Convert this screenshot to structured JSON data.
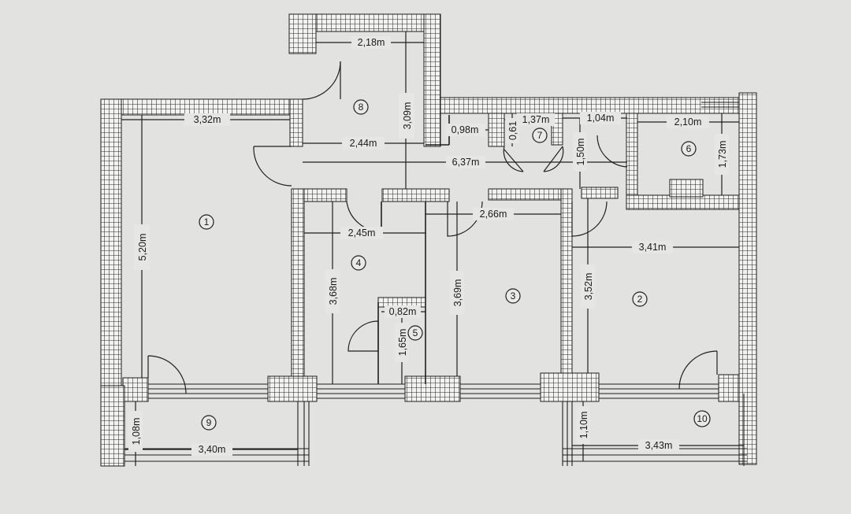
{
  "plan": {
    "rooms": [
      {
        "id": "room-1",
        "number": "1"
      },
      {
        "id": "room-2",
        "number": "2"
      },
      {
        "id": "room-3",
        "number": "3"
      },
      {
        "id": "room-4",
        "number": "4"
      },
      {
        "id": "room-5",
        "number": "5"
      },
      {
        "id": "room-6",
        "number": "6"
      },
      {
        "id": "room-7",
        "number": "7"
      },
      {
        "id": "room-8",
        "number": "8"
      },
      {
        "id": "room-9",
        "number": "9"
      },
      {
        "id": "room-10",
        "number": "10"
      }
    ],
    "dimensions": [
      {
        "id": "dim-room1-width",
        "text": "3,32m"
      },
      {
        "id": "dim-room1-length",
        "text": "5,20m"
      },
      {
        "id": "dim-room8-width",
        "text": "2,18m"
      },
      {
        "id": "dim-room8-length",
        "text": "3,09m"
      },
      {
        "id": "dim-hall-width",
        "text": "2,44m"
      },
      {
        "id": "dim-hall-length",
        "text": "6,37m"
      },
      {
        "id": "dim-closet",
        "text": "0,98m"
      },
      {
        "id": "dim-room7-width",
        "text": "1,37m"
      },
      {
        "id": "dim-room7-small",
        "text": "0,61"
      },
      {
        "id": "dim-room7-height",
        "text": "1,50m"
      },
      {
        "id": "dim-room6-a",
        "text": "1,04m"
      },
      {
        "id": "dim-room6-width",
        "text": "2,10m"
      },
      {
        "id": "dim-room6-length",
        "text": "1,73m"
      },
      {
        "id": "dim-room4-width",
        "text": "2,45m"
      },
      {
        "id": "dim-room4-length",
        "text": "3,68m"
      },
      {
        "id": "dim-room5-width",
        "text": "0,82m"
      },
      {
        "id": "dim-room5-length",
        "text": "1,65m"
      },
      {
        "id": "dim-room3-width",
        "text": "2,66m"
      },
      {
        "id": "dim-room3-length",
        "text": "3,69m"
      },
      {
        "id": "dim-room2-width",
        "text": "3,41m"
      },
      {
        "id": "dim-room2-length",
        "text": "3,52m"
      },
      {
        "id": "dim-room9-width",
        "text": "3,40m"
      },
      {
        "id": "dim-room9-depth",
        "text": "1,08m"
      },
      {
        "id": "dim-room10-width",
        "text": "3,43m"
      },
      {
        "id": "dim-room10-depth",
        "text": "1,10m"
      }
    ]
  },
  "colors": {
    "background": "#e2e2e0",
    "wall_fill": "#f2f2f0",
    "wall_grid": "#2a2a2a",
    "ink": "#1b1b1b"
  }
}
